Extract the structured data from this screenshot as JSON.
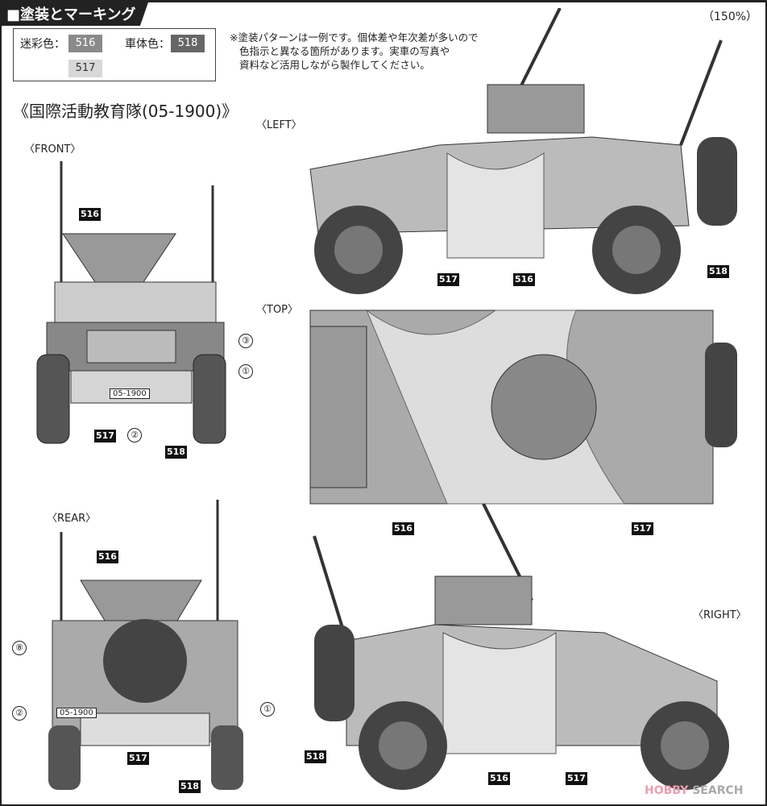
{
  "header": {
    "title": "■塗装とマーキング例",
    "scale": "（150%）"
  },
  "legend": {
    "camo_label": "迷彩色：",
    "body_label": "車体色：",
    "colors": [
      {
        "code": "516",
        "hex": "#8a8a8a"
      },
      {
        "code": "518",
        "hex": "#666666"
      },
      {
        "code": "517",
        "hex": "#d8d8d8"
      }
    ]
  },
  "note": [
    "※塗装パターンは一例です。個体差や年次差が多いので",
    "色指示と異なる箇所があります。実車の写真や",
    "資料など活用しながら製作してください。"
  ],
  "title": "《国際活動教育隊(05-1900)》",
  "views": {
    "front": "〈FRONT〉",
    "left": "〈LEFT〉",
    "top": "〈TOP〉",
    "rear": "〈REAR〉",
    "right": "〈RIGHT〉"
  },
  "callouts": {
    "c1": "①",
    "c2": "②",
    "c3": "③",
    "c8": "⑧"
  },
  "plate": "05-1900",
  "tags": {
    "t516": "516",
    "t517": "517",
    "t518": "518"
  },
  "watermark": {
    "brand": "HOBBY",
    "rest": "SEARCH"
  }
}
